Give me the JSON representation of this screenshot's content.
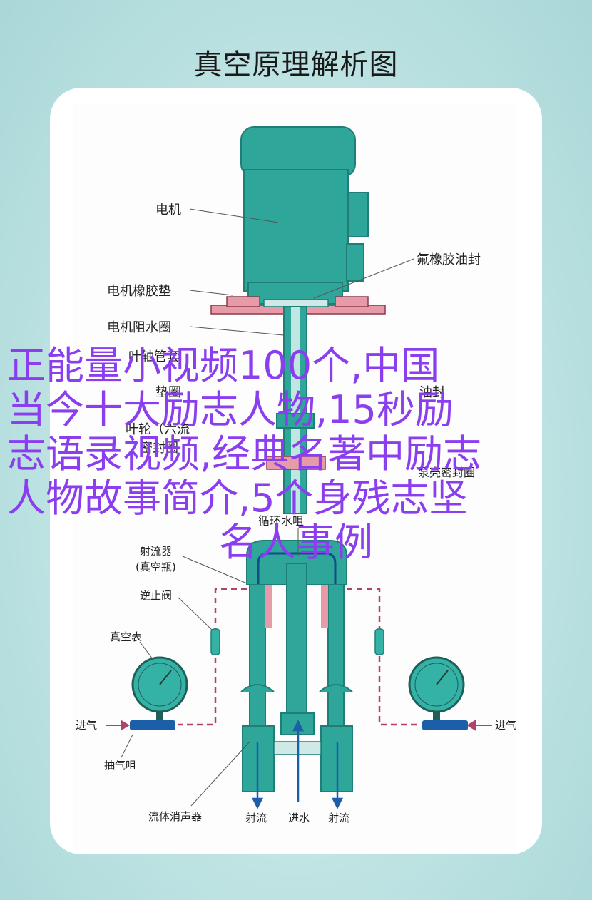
{
  "header": {
    "title": "真空原理解析图"
  },
  "diagram": {
    "colors": {
      "pump": "#2ea69a",
      "pump_dark": "#1f7f76",
      "flange": "#e79aa8",
      "dash": "#b0436a",
      "arrow": "#1b5fa8",
      "gauge": "#35b2a6"
    },
    "labels": {
      "motor": "电机",
      "fluoro_seal": "氟橡胶油封",
      "motor_gasket": "电机橡胶垫",
      "motor_water_ring": "电机阻水圈",
      "shaft_sleeve": "叶轴管套",
      "gasket": "垫圈",
      "impeller": "叶轮（六流",
      "seal_left": "密封圈",
      "seal_right": "油封",
      "pump_shell_seal": "泵壳密封圈",
      "circulating_nozzle": "循环水咀",
      "ejector": "射流器",
      "vacuum_bottle": "(真空瓶)",
      "check_valve": "逆止阀",
      "vacuum_gauge": "真空表",
      "air_inlet_left": "进气",
      "air_inlet_right": "进气",
      "suction_nozzle": "抽气咀",
      "fluid_muffler": "流体消声器",
      "jet_left": "射流",
      "water_inlet": "进水",
      "jet_right": "射流"
    }
  },
  "overlay": {
    "lines": [
      "正能量小视频100个,中国",
      "当今十大励志人物,15秒励",
      "志语录视频,经典名著中励志",
      "人物故事简介,5个身残志坚",
      "名人事例"
    ]
  }
}
